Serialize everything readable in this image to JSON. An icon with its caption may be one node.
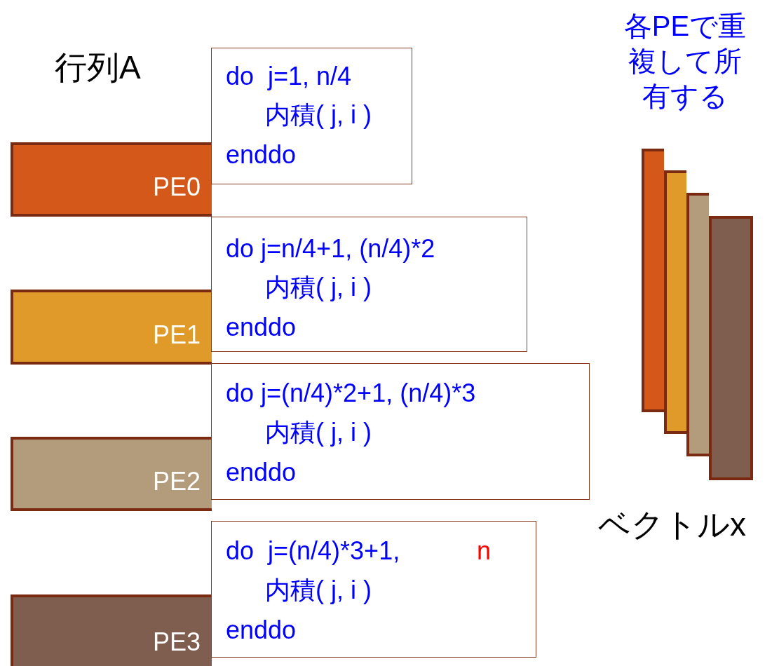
{
  "diagram": {
    "nodes": [
      {
        "text": [
          "PE0"
        ]
      },
      {
        "text": [
          "do  j=1, n/4",
          "内積( j, i )",
          "enddo"
        ]
      },
      {
        "text": [
          "PE1"
        ]
      },
      {
        "text": [
          "do j=n/4+1, (n/4)*2",
          "内積( j, i )",
          "enddo"
        ]
      },
      {
        "text": [
          "PE2"
        ]
      },
      {
        "text": [
          "do j=(n/4)*2+1, (n/4)*3",
          "内積( j, i )",
          "enddo"
        ]
      },
      {
        "text": [
          "PE3"
        ]
      },
      {
        "text": [
          "do  j=(n/4)*3+1,",
          "n",
          "内積( j, i )",
          "enddo"
        ]
      },
      {
        "text": [],
        "shape": "bar"
      },
      {
        "text": [],
        "shape": "bar"
      },
      {
        "text": [],
        "shape": "bar"
      },
      {
        "text": [],
        "shape": "bar"
      }
    ],
    "edges": [],
    "labels": [
      "行列A",
      "各PEで重複して所有する",
      "ベクトルx"
    ]
  }
}
